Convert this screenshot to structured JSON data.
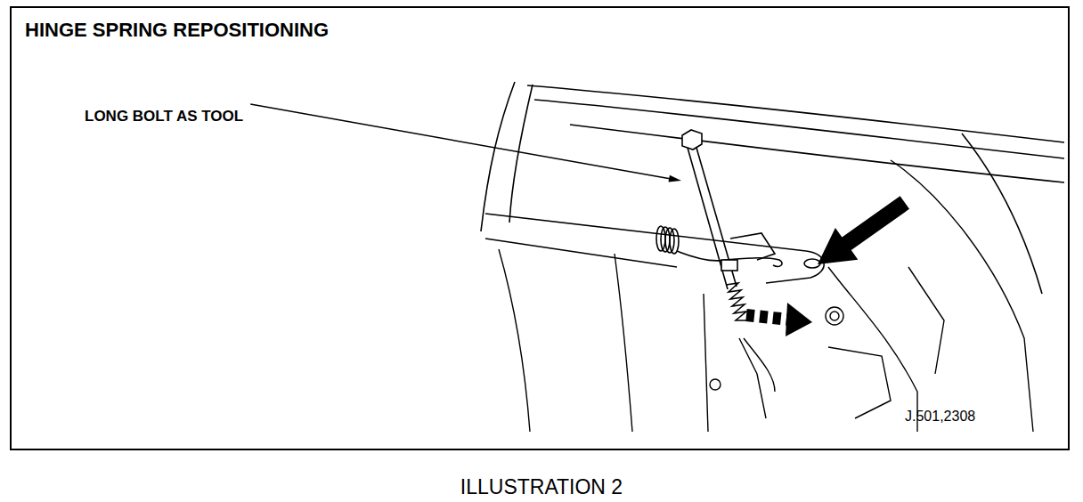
{
  "diagram": {
    "title": "HINGE SPRING REPOSITIONING",
    "caption": "ILLUSTRATION 2",
    "labels": [
      "LONG BOLT AS TOOL",
      "J.501,2308"
    ]
  }
}
